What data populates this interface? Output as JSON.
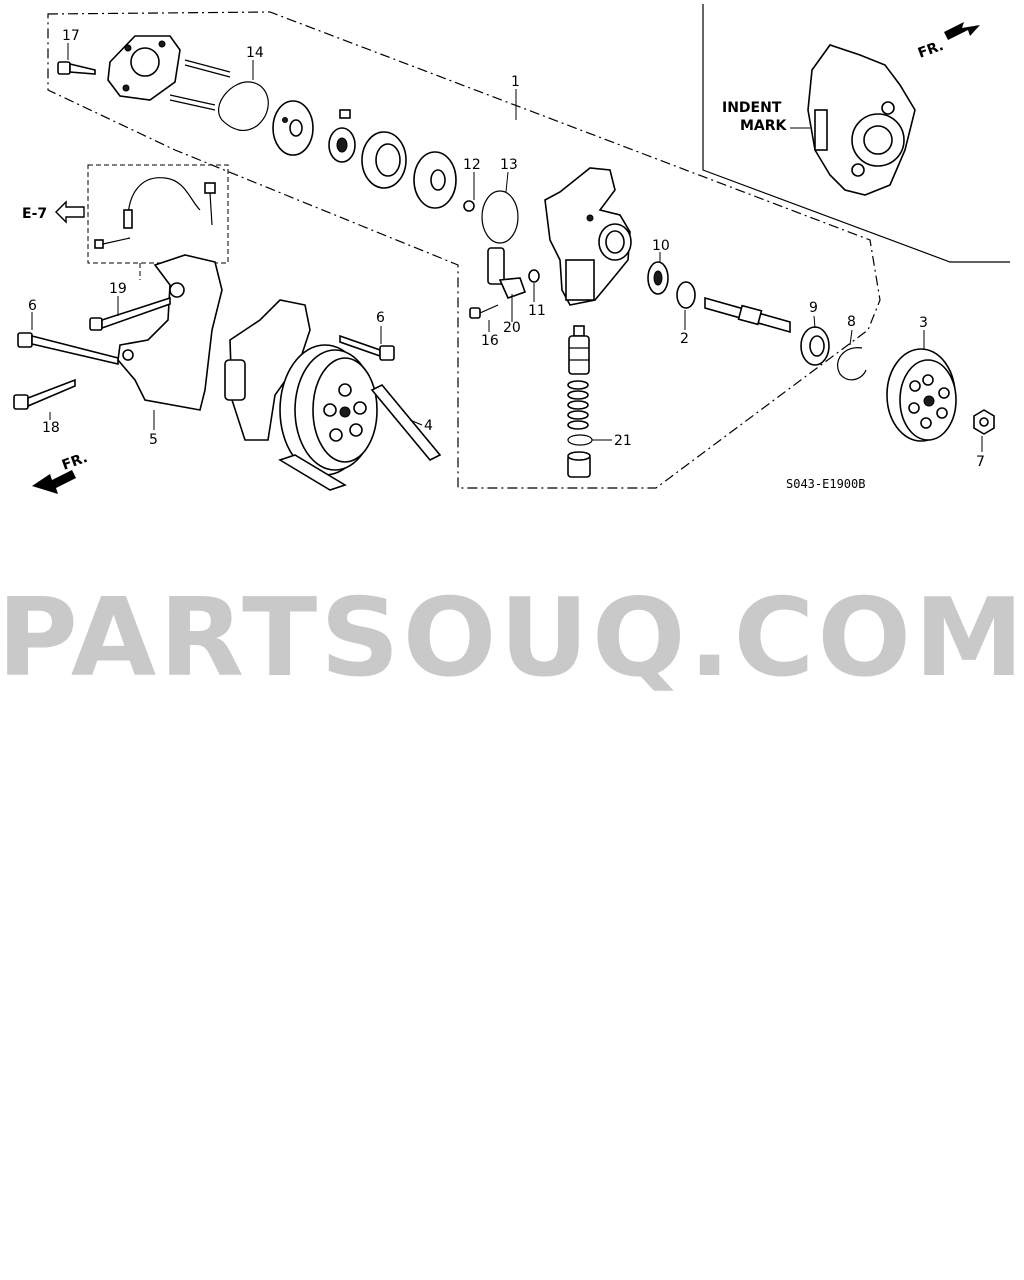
{
  "diagram": {
    "callouts": {
      "c1": "1",
      "c2": "2",
      "c3": "3",
      "c4": "4",
      "c5": "5",
      "c6a": "6",
      "c6b": "6",
      "c7": "7",
      "c8": "8",
      "c9": "9",
      "c10": "10",
      "c11": "11",
      "c12": "12",
      "c13": "13",
      "c14": "14",
      "c16": "16",
      "c17": "17",
      "c18": "18",
      "c19": "19",
      "c20": "20",
      "c21": "21"
    },
    "fr_left": "FR.",
    "fr_right": "FR.",
    "ref_arrow": "E-7",
    "indent_mark_line1": "INDENT",
    "indent_mark_line2": "MARK",
    "diagram_code": "S043-E1900B"
  },
  "watermark": "PARTSOUQ.COM"
}
